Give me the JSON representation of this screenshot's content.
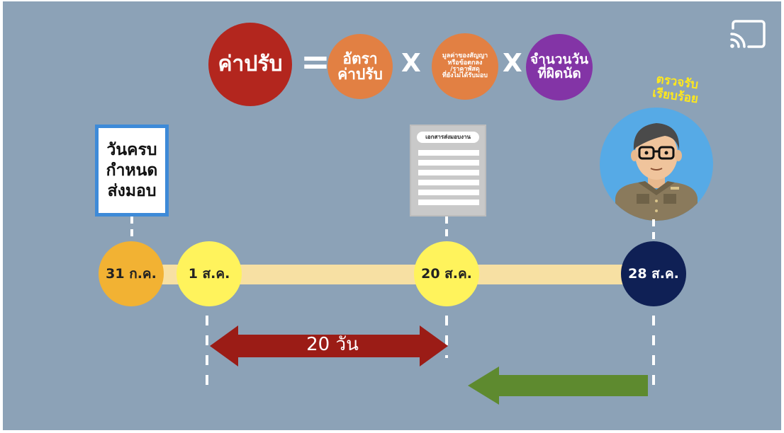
{
  "formula": {
    "fine": "ค่าปรับ",
    "equals": "=",
    "rate": [
      "อัตรา",
      "ค่าปรับ"
    ],
    "times1": "X",
    "value": [
      "มูลค่าของสัญญา",
      "หรือข้อตกลง",
      "/ราคาพัสดุ",
      "ที่ยังไม่ได้รับมอบ"
    ],
    "times2": "X",
    "days_late": [
      "จำนวนวัน",
      "ที่ผิดนัด"
    ]
  },
  "officer": {
    "status": [
      "ตรวจรับ",
      "เรียบร้อย"
    ]
  },
  "deadline_sign": [
    "วันครบ",
    "กำหนด",
    "ส่งมอบ"
  ],
  "document": {
    "title": "เอกสารส่งมอบงาน"
  },
  "timeline": {
    "dates": [
      "31 ก.ค.",
      "1 ส.ค.",
      "20 ส.ค.",
      "28 ส.ค."
    ]
  },
  "span": {
    "label": "20 วัน"
  },
  "icons": [
    "cast-icon",
    "officer-avatar",
    "document-icon",
    "red-double-arrow",
    "green-left-arrow"
  ],
  "colors": {
    "background": "#8ca2b7",
    "fine": "#b3261e",
    "rate": "#e28043",
    "days": "#8334a6",
    "red_arrow": "#9b1c16",
    "green_arrow": "#5e8a2f",
    "deadline_node": "#f2b233",
    "date_node": "#fff35c",
    "final_node": "#0f2055"
  }
}
